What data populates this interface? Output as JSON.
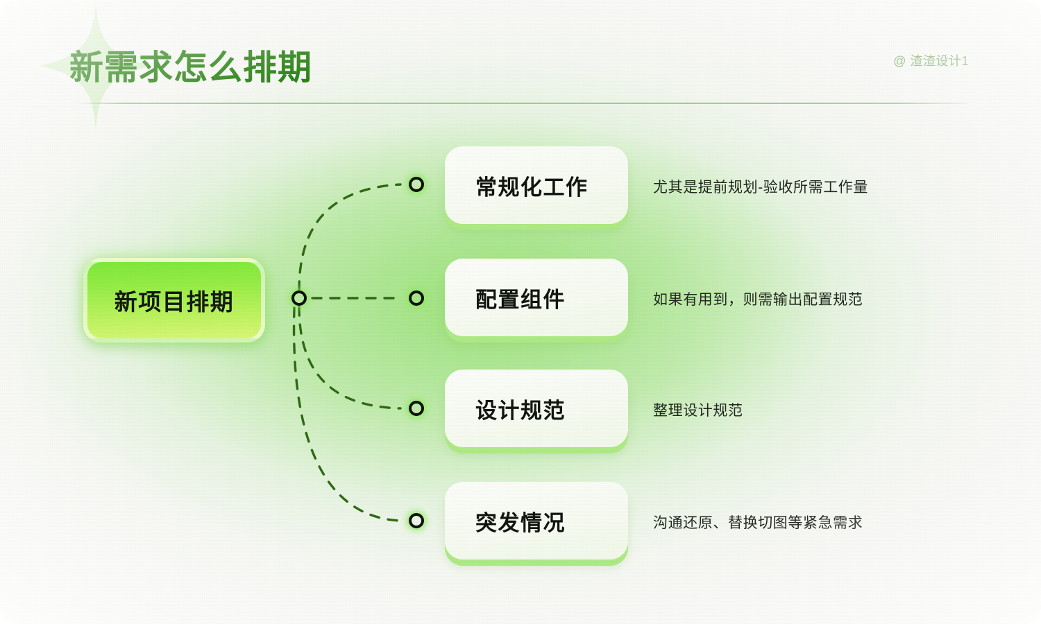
{
  "header": {
    "title": "新需求怎么排期",
    "handle": "@ 渣渣设计1"
  },
  "root": {
    "label": "新项目排期"
  },
  "branches": [
    {
      "title": "常规化工作",
      "desc": "尤其是提前规划-验收所需工作量"
    },
    {
      "title": "配置组件",
      "desc": "如果有用到，则需输出配置规范"
    },
    {
      "title": "设计规范",
      "desc": "整理设计规范"
    },
    {
      "title": "突发情况",
      "desc": "沟通还原、替换切图等紧急需求"
    }
  ],
  "colors": {
    "title_green": "#2a8213",
    "handle_green": "#7fae6c",
    "node_gradient_top": "#7ee83a",
    "node_gradient_bottom": "#d9f776",
    "card_shadow_green": "#aeea84",
    "link_green": "#2f6a14",
    "background": "#f7f8f4"
  }
}
